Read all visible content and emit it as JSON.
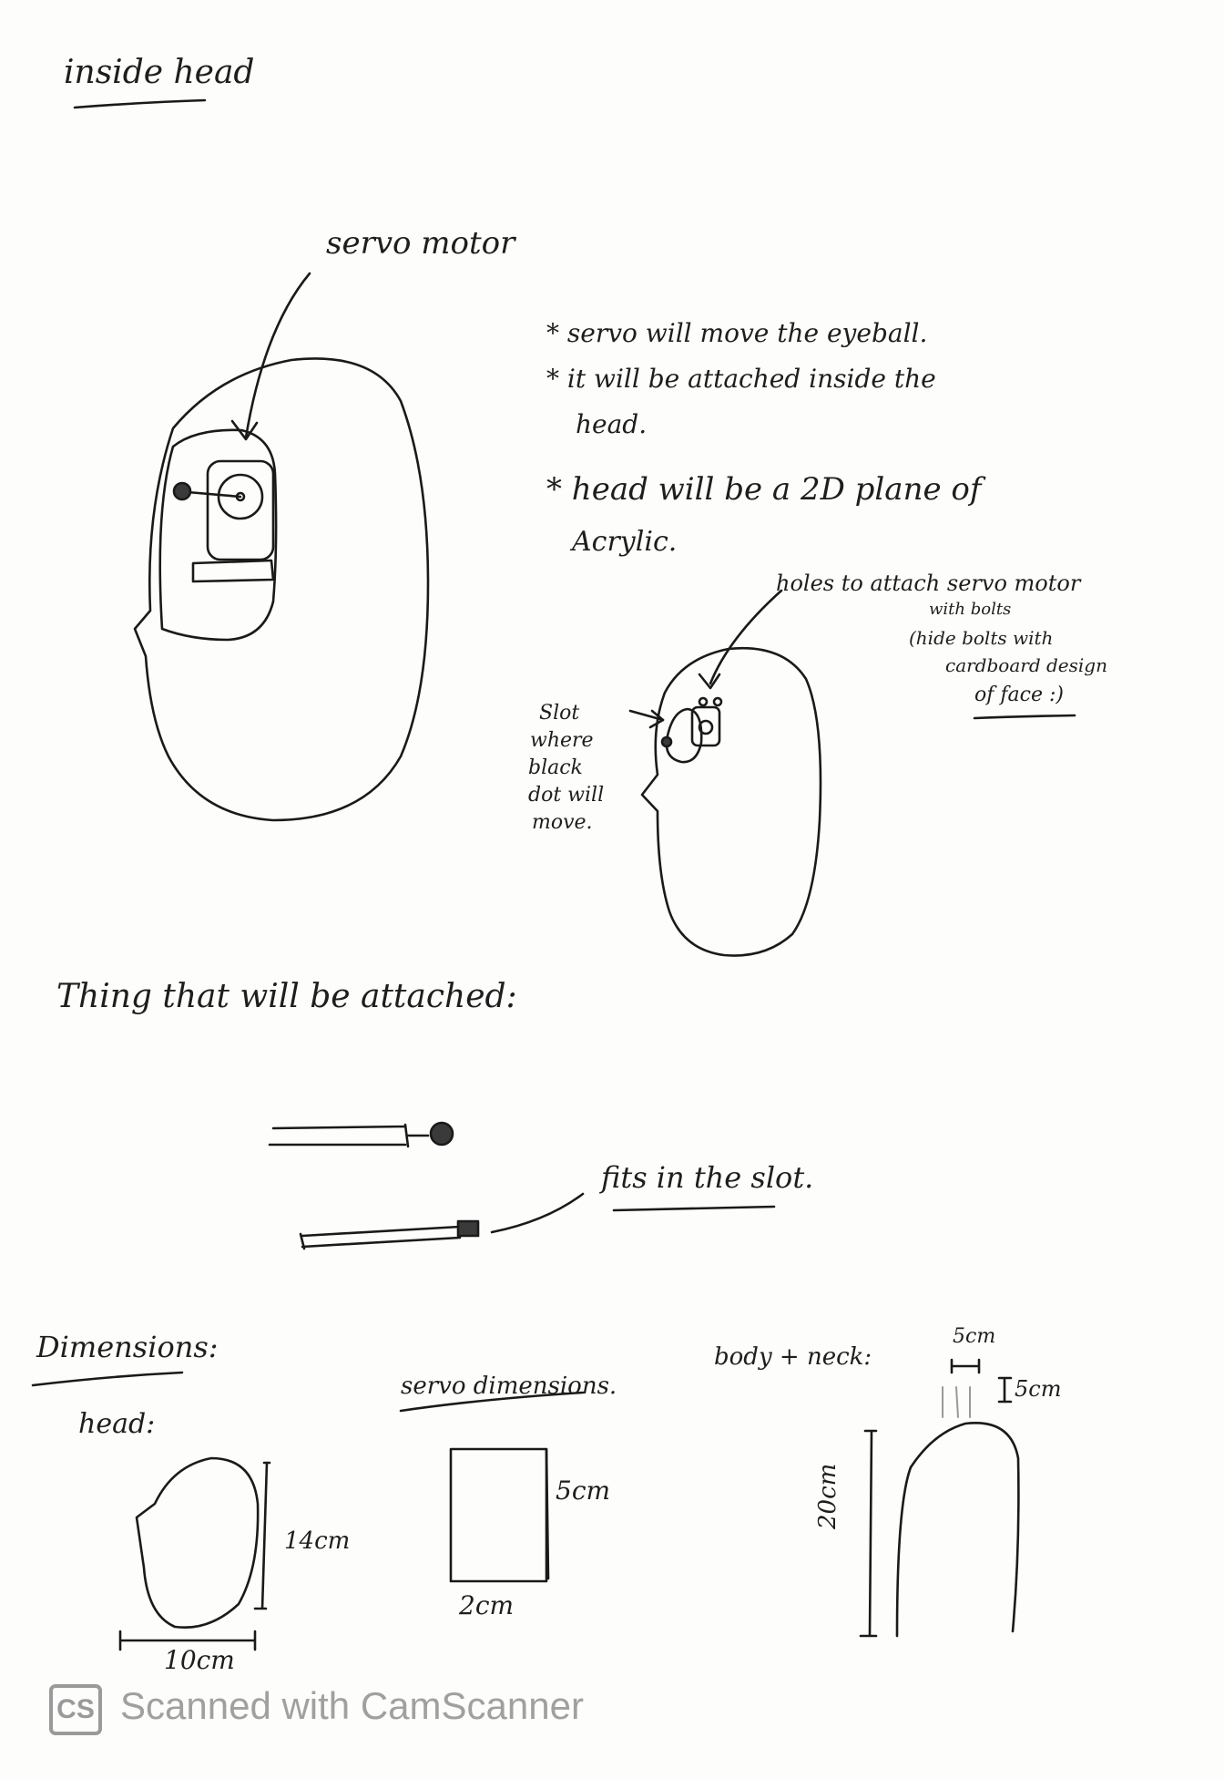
{
  "title": "inside head",
  "labels": {
    "servo_motor": "servo motor",
    "notes": [
      "* servo will move the eyeball.",
      "* it will be attached inside the",
      "head.",
      "* head will be a 2D plane of",
      "Acrylic."
    ],
    "holes": [
      "holes to attach servo motor",
      "with bolts",
      "(hide bolts with",
      "cardboard design",
      "of face :)"
    ],
    "slot": [
      "Slot",
      "where",
      "black",
      "dot will",
      "move."
    ],
    "thing_attached": "Thing that will be attached:",
    "fits_slot": "fits in the slot.",
    "dimensions": "Dimensions:",
    "head": "head:",
    "servo_dimensions": "servo dimensions.",
    "body_neck": "body + neck:",
    "head_height": "14cm",
    "head_width": "10cm",
    "servo_height": "5cm",
    "servo_width": "2cm",
    "neck_width": "5cm",
    "neck_height": "5cm",
    "body_height": "20cm"
  },
  "watermark": {
    "logo": "CS",
    "text": "Scanned with CamScanner"
  }
}
